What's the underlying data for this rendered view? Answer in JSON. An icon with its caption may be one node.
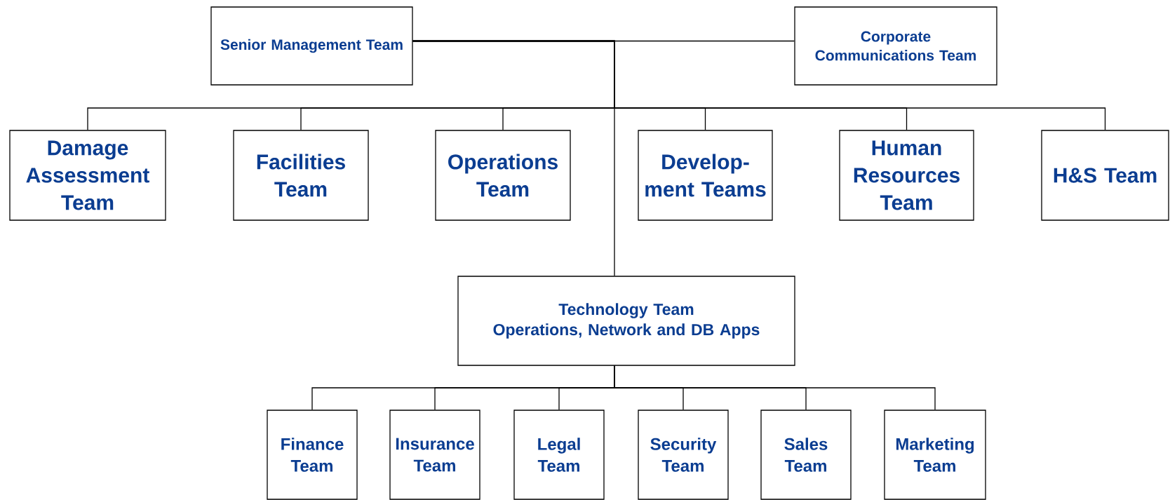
{
  "diagram": {
    "nodes": [
      {
        "text": [
          "Senior Management Team"
        ]
      },
      {
        "text": [
          "Corporate Communications Team"
        ]
      },
      {
        "text": [
          "Damage Assessment Team"
        ]
      },
      {
        "text": [
          "Facilities Team"
        ]
      },
      {
        "text": [
          "Operations Team"
        ]
      },
      {
        "text": [
          "Develop-ment Teams"
        ]
      },
      {
        "text": [
          "Human Resources Team"
        ]
      },
      {
        "text": [
          "H&S Team"
        ]
      },
      {
        "text": [
          "Technology Team",
          "Operations, Network and DB Apps"
        ]
      },
      {
        "text": [
          "Finance Team"
        ]
      },
      {
        "text": [
          "Insurance Team"
        ]
      },
      {
        "text": [
          "Legal Team"
        ]
      },
      {
        "text": [
          "Security Team"
        ]
      },
      {
        "text": [
          "Sales Team"
        ]
      },
      {
        "text": [
          "Marketing Team"
        ]
      }
    ],
    "edges": [
      {
        "from": 0,
        "to": 1,
        "arrow": "none"
      },
      {
        "from": 0,
        "to": 2,
        "arrow": "none"
      },
      {
        "from": 0,
        "to": 3,
        "arrow": "none"
      },
      {
        "from": 0,
        "to": 4,
        "arrow": "none"
      },
      {
        "from": 0,
        "to": 5,
        "arrow": "none"
      },
      {
        "from": 0,
        "to": 6,
        "arrow": "none"
      },
      {
        "from": 0,
        "to": 7,
        "arrow": "none"
      },
      {
        "from": 0,
        "to": 8,
        "arrow": "none"
      },
      {
        "from": 8,
        "to": 9,
        "arrow": "none"
      },
      {
        "from": 8,
        "to": 10,
        "arrow": "none"
      },
      {
        "from": 8,
        "to": 11,
        "arrow": "none"
      },
      {
        "from": 8,
        "to": 12,
        "arrow": "none"
      },
      {
        "from": 8,
        "to": 13,
        "arrow": "none"
      },
      {
        "from": 8,
        "to": 14,
        "arrow": "none"
      }
    ]
  }
}
